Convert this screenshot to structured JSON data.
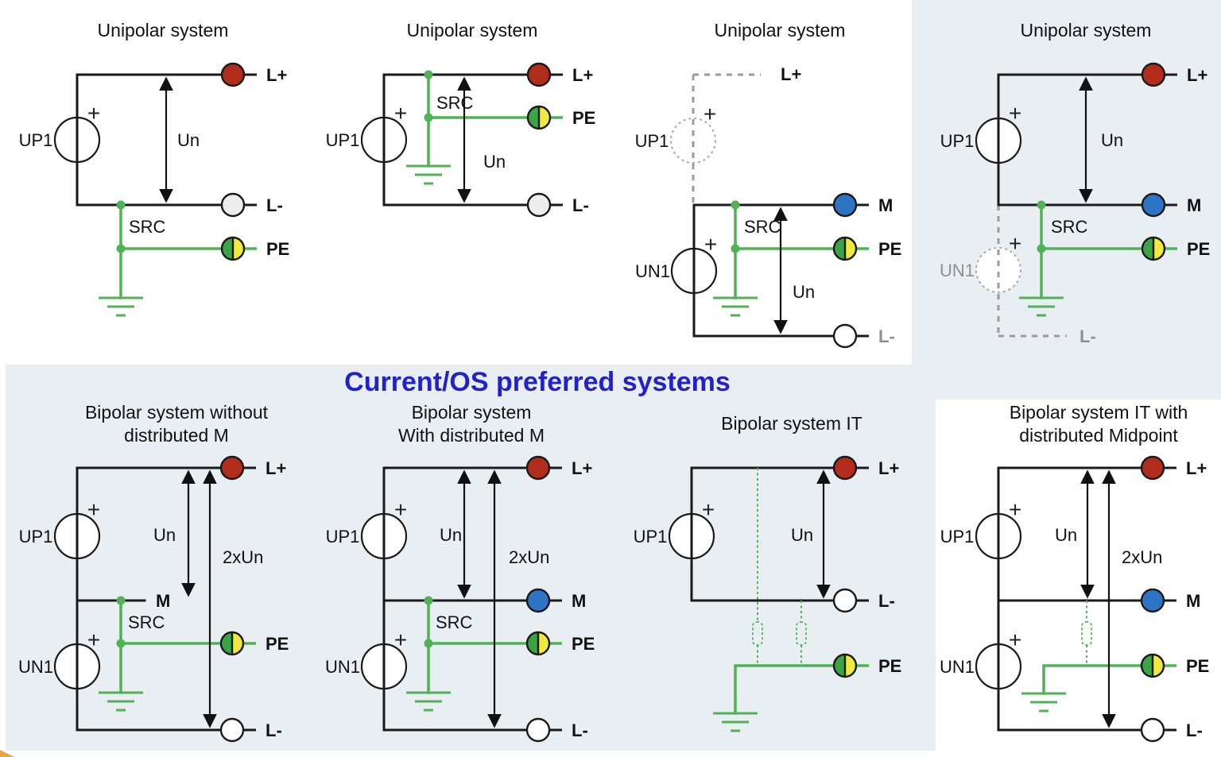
{
  "main_title": {
    "text": "Current/OS preferred systems",
    "color": "#2222CC"
  },
  "plus_sign": "+",
  "colors": {
    "panel_blue": "#E9EEF3",
    "diagram_white": "#FFFFFF",
    "terminal_red": "#B02C1B",
    "terminal_blue": "#2E74C4",
    "terminal_light_gray": "#EDEDED",
    "terminal_white": "#FFFFFF",
    "pe_green": "#3BA445",
    "pe_yellow": "#F0EA3E",
    "wire_black": "#1A1A1A",
    "wire_green": "#4FB355",
    "ghost_gray": "#9A9A9A",
    "label_gray": "#8F8F8F"
  },
  "diagrams": {
    "d1": {
      "title": "Unipolar system",
      "source1": "UP1",
      "src": "SRC",
      "un": "Un",
      "lplus": "L+",
      "lminus": "L-",
      "pe": "PE"
    },
    "d2": {
      "title": "Unipolar system",
      "source1": "UP1",
      "src": "SRC",
      "un": "Un",
      "lplus": "L+",
      "lminus": "L-",
      "pe": "PE"
    },
    "d3": {
      "title": "Unipolar system",
      "source1": "UP1",
      "source2": "UN1",
      "src": "SRC",
      "un": "Un",
      "lplus": "L+",
      "m": "M",
      "pe": "PE",
      "lminus": "L-"
    },
    "d4": {
      "title": "Unipolar system",
      "source1": "UP1",
      "source2": "UN1",
      "src": "SRC",
      "un": "Un",
      "lplus": "L+",
      "m": "M",
      "pe": "PE",
      "lminus": "L-"
    },
    "d5": {
      "title1": "Bipolar system without",
      "title2": "distributed M",
      "source1": "UP1",
      "source2": "UN1",
      "src": "SRC",
      "un": "Un",
      "un2": "2xUn",
      "lplus": "L+",
      "m": "M",
      "pe": "PE",
      "lminus": "L-"
    },
    "d6": {
      "title1": "Bipolar system",
      "title2": "With distributed M",
      "source1": "UP1",
      "source2": "UN1",
      "src": "SRC",
      "un": "Un",
      "un2": "2xUn",
      "lplus": "L+",
      "m": "M",
      "pe": "PE",
      "lminus": "L-"
    },
    "d7": {
      "title": "Bipolar system IT",
      "source1": "UP1",
      "un": "Un",
      "lplus": "L+",
      "lminus": "L-",
      "pe": "PE"
    },
    "d8": {
      "title1": "Bipolar system IT with",
      "title2": "distributed Midpoint",
      "source1": "UP1",
      "source2": "UN1",
      "un": "Un",
      "un2": "2xUn",
      "lplus": "L+",
      "m": "M",
      "pe": "PE",
      "lminus": "L-"
    }
  }
}
